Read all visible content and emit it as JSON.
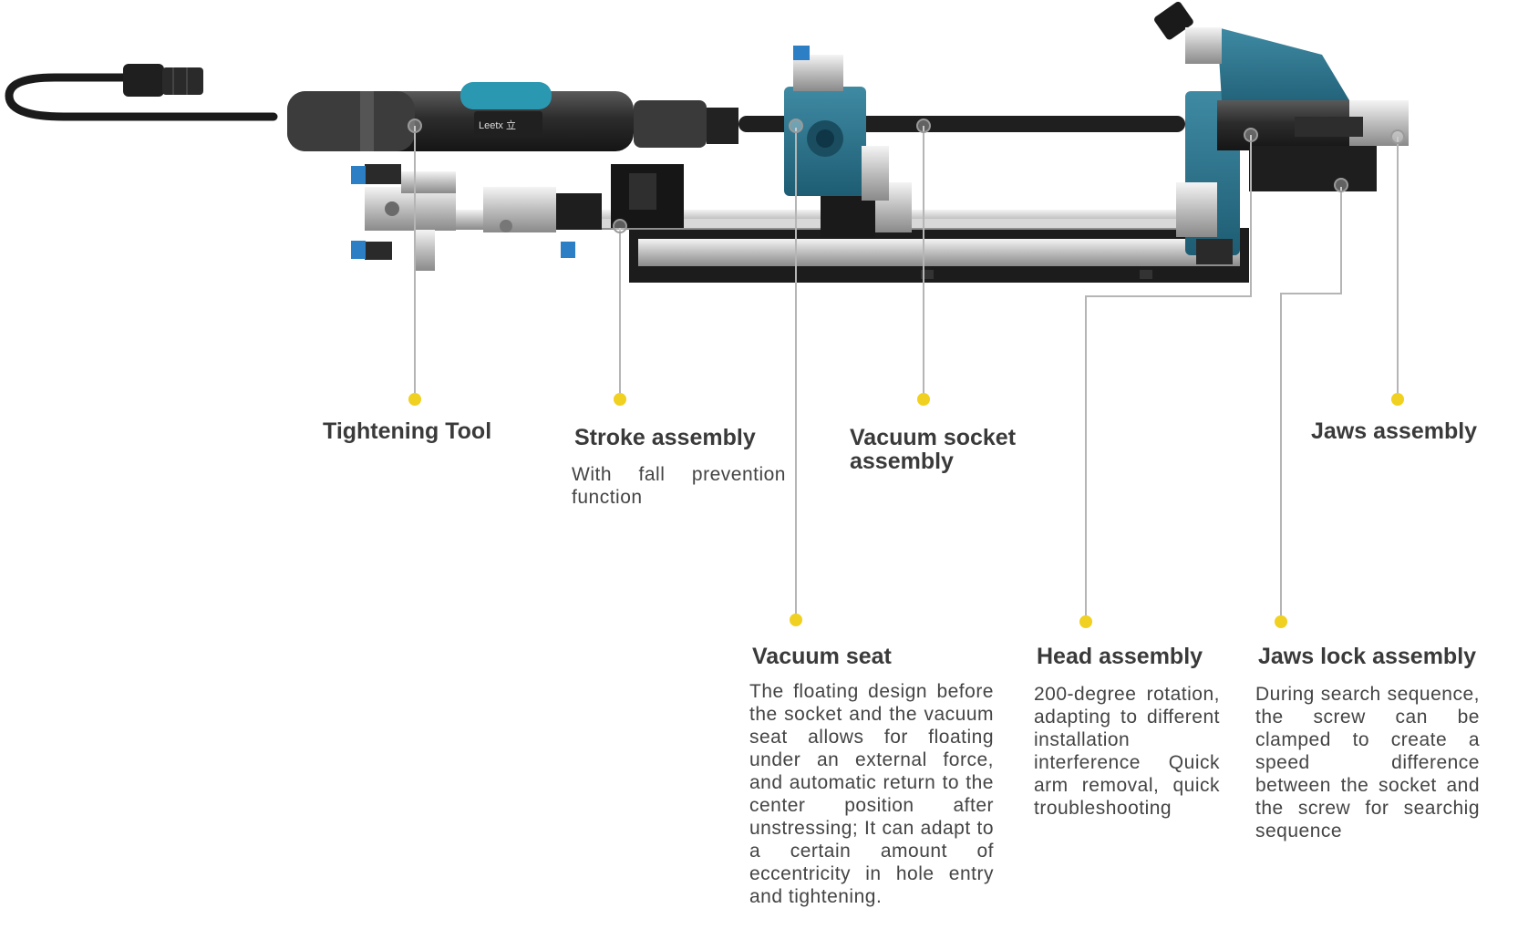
{
  "brand": {
    "logo_text": "Leetx 立"
  },
  "accent_color": "#f0d020",
  "callouts": [
    {
      "id": "tightening-tool",
      "title": "Tightening Tool",
      "description": ""
    },
    {
      "id": "stroke-assembly",
      "title": "Stroke assembly",
      "description": "With fall prevention function"
    },
    {
      "id": "vacuum-socket-assembly",
      "title": "Vacuum socket assembly",
      "description": ""
    },
    {
      "id": "jaws-assembly",
      "title": "Jaws assembly",
      "description": ""
    },
    {
      "id": "vacuum-seat",
      "title": "Vacuum seat",
      "description": "The floating design before the socket and the vacuum seat allows for floating under an external force, and automatic return to the center position after unstressing; It can adapt to a certain amount of eccentricity in hole entry and tightening."
    },
    {
      "id": "head-assembly",
      "title": "Head assembly",
      "description": "200-degree rotation, adapting to different installation interference Quick arm removal, quick troubleshooting"
    },
    {
      "id": "jaws-lock-assembly",
      "title": "Jaws lock assembly",
      "description": "During search sequence, the screw can be clamped to create a speed difference between the socket and the screw for searchig sequence"
    }
  ]
}
